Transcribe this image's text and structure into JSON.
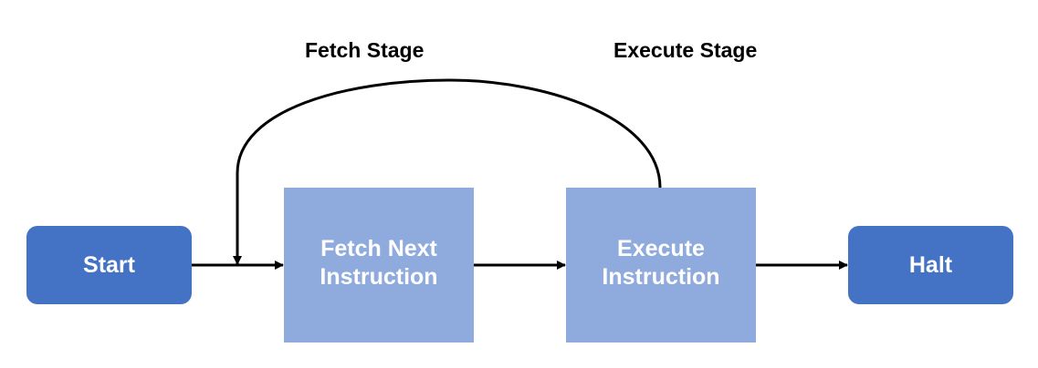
{
  "stages": {
    "fetch": "Fetch Stage",
    "execute": "Execute Stage"
  },
  "nodes": {
    "start": "Start",
    "fetch_line1": "Fetch Next",
    "fetch_line2": "Instruction",
    "execute_line1": "Execute",
    "execute_line2": "Instruction",
    "halt": "Halt"
  },
  "colors": {
    "terminal": "#4472c4",
    "process": "#8faadc",
    "connector": "#000000",
    "text_on_node": "#ffffff"
  }
}
